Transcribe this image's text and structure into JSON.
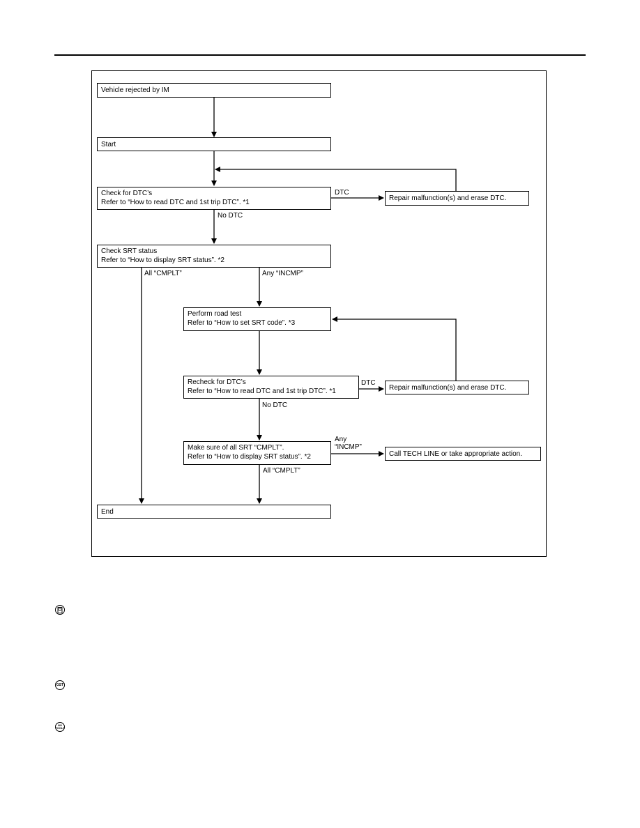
{
  "nodes": {
    "vehicle_rejected": {
      "lines": [
        "Vehicle rejected by IM"
      ]
    },
    "start": {
      "lines": [
        "Start"
      ]
    },
    "check_dtc": {
      "lines": [
        "Check for DTC’s",
        "Refer to “How to read DTC and 1st trip DTC”. *1"
      ]
    },
    "repair_1": {
      "lines": [
        "Repair malfunction(s) and erase DTC."
      ]
    },
    "check_srt": {
      "lines": [
        "Check SRT status",
        "Refer to “How to display SRT status”. *2"
      ]
    },
    "road_test": {
      "lines": [
        "Perform road test",
        "Refer to “How to set SRT code”. *3"
      ]
    },
    "recheck_dtc": {
      "lines": [
        "Recheck for DTC’s",
        "Refer to “How to read DTC and 1st trip DTC”. *1"
      ]
    },
    "repair_2": {
      "lines": [
        "Repair malfunction(s) and erase DTC."
      ]
    },
    "make_sure": {
      "lines": [
        "Make sure of all SRT “CMPLT”.",
        "Refer to “How to display SRT status”. *2"
      ]
    },
    "call_tech": {
      "lines": [
        "Call TECH LINE or take appropriate action."
      ]
    },
    "end": {
      "lines": [
        "End"
      ]
    }
  },
  "edge_labels": {
    "dtc_1": "DTC",
    "no_dtc_1": "No DTC",
    "all_cmplt_1": "All “CMPLT”",
    "any_incmp_1": "Any “INCMP”",
    "dtc_2": "DTC",
    "no_dtc_2": "No DTC",
    "any_incmp_2_line1": "Any",
    "any_incmp_2_line2": "“INCMP”",
    "all_cmplt_2": "All “CMPLT”"
  },
  "icons": {
    "consult": {
      "name": "consult-tool-icon"
    },
    "gst": {
      "name": "gst-icon",
      "text": "GST"
    },
    "no_tools": {
      "name": "no-tools-icon",
      "text_line1": "NO",
      "text_line2": "TOOLS"
    }
  }
}
